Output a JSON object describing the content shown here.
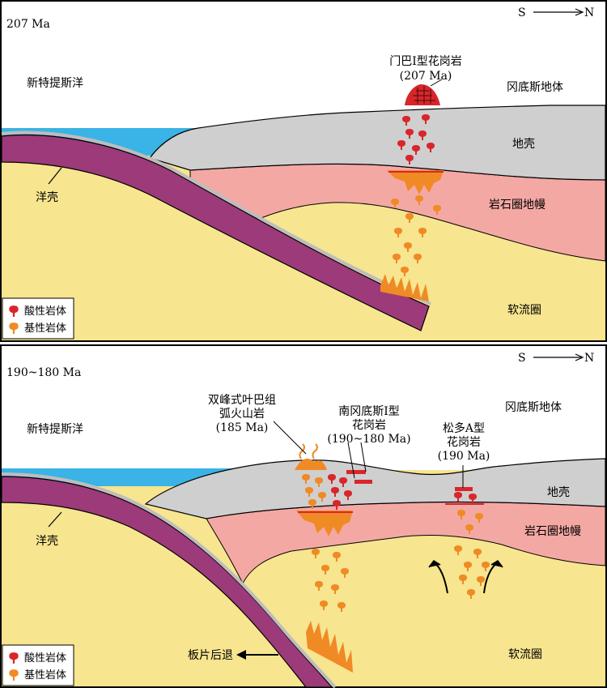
{
  "panel_top": {
    "age": "207 Ma",
    "direction": {
      "south": "S",
      "north": "N"
    },
    "ocean": "新特提斯洋",
    "block": "冈底斯地体",
    "granite_name": "门巴I型花岗岩",
    "granite_age": "(207 Ma)",
    "crust": "地壳",
    "litho_mantle": "岩石圈地幔",
    "asthenosphere": "软流圈",
    "oceanic_crust": "洋壳",
    "legend": [
      {
        "label": "酸性岩体",
        "color": "#d9262b"
      },
      {
        "label": "基性岩体",
        "color": "#f08a24"
      }
    ]
  },
  "panel_bottom": {
    "age": "190~180 Ma",
    "direction": {
      "south": "S",
      "north": "N"
    },
    "ocean": "新特提斯洋",
    "block": "冈底斯地体",
    "volcanic_l1": "双峰式叶巴组",
    "volcanic_l2": "弧火山岩",
    "volcanic_age": "(185 Ma)",
    "granite_s_l1": "南冈底斯I型",
    "granite_s_l2": "花岗岩",
    "granite_s_age": "(190~180 Ma)",
    "granite_a_l1": "松多A型",
    "granite_a_l2": "花岗岩",
    "granite_a_age": "(190 Ma)",
    "crust": "地壳",
    "litho_mantle": "岩石圈地幔",
    "asthenosphere": "软流圈",
    "oceanic_crust": "洋壳",
    "rollback": "板片后退",
    "legend": [
      {
        "label": "酸性岩体",
        "color": "#d9262b"
      },
      {
        "label": "基性岩体",
        "color": "#f08a24"
      }
    ]
  },
  "colors": {
    "ocean": "#3ab3e6",
    "crust": "#cfcfcf",
    "litho_mantle": "#f4a8a4",
    "asthenosphere": "#f7e58f",
    "slab": "#9c3a7a",
    "felsic": "#d9262b",
    "mafic": "#f08a24"
  }
}
